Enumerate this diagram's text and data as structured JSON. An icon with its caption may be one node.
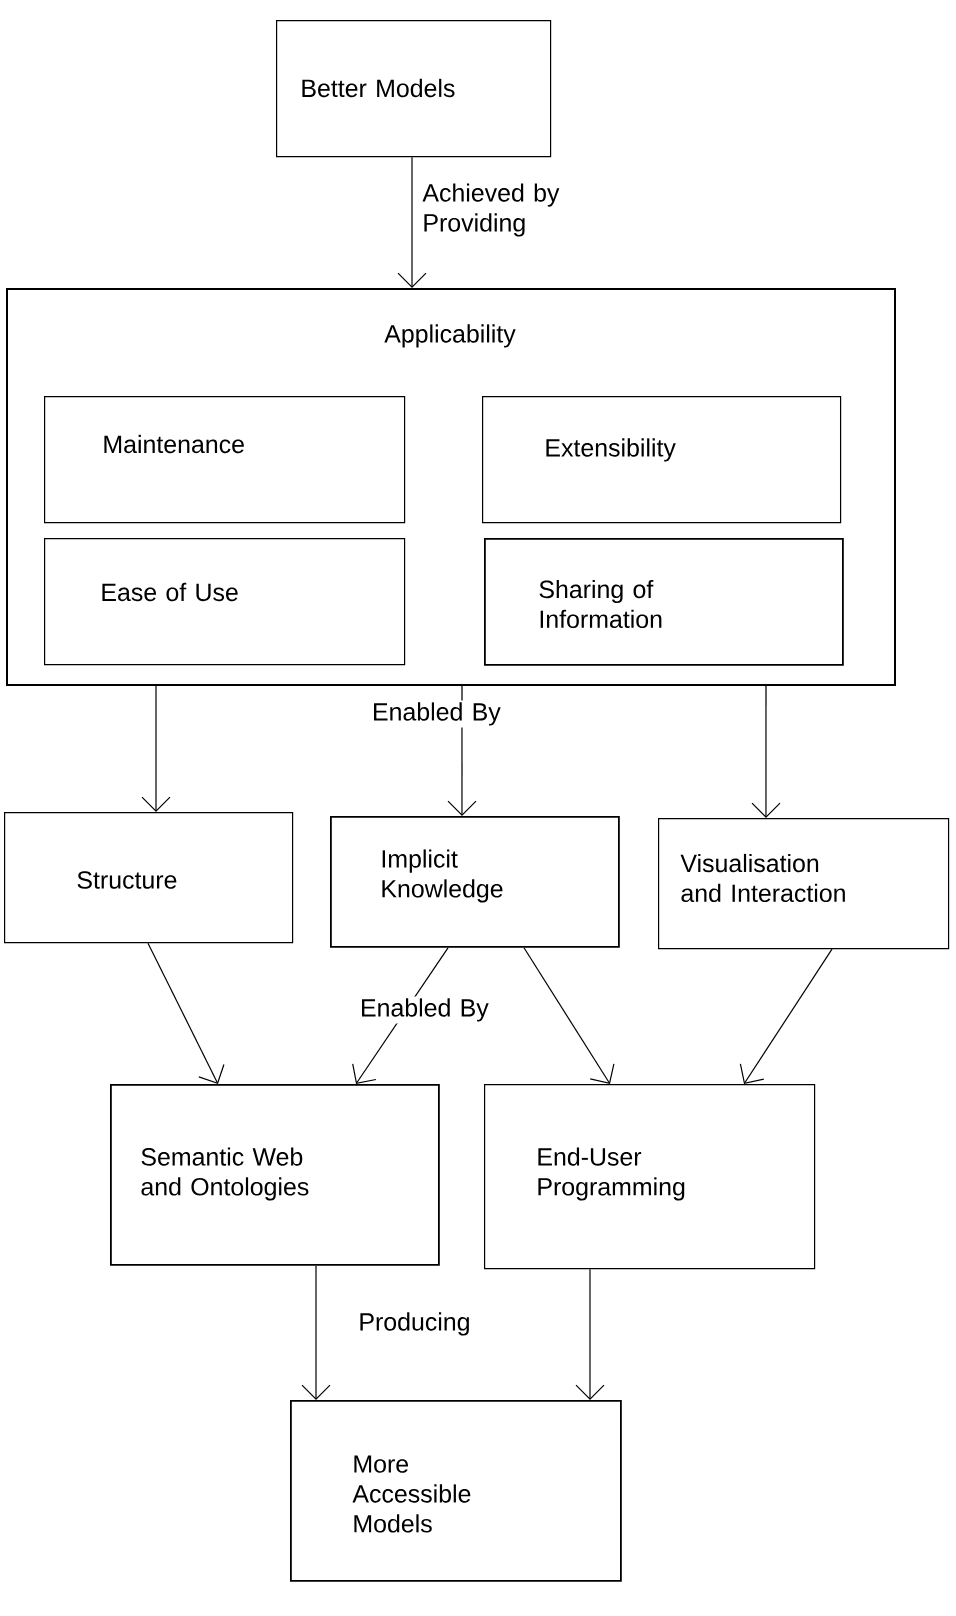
{
  "diagram": {
    "nodes": [
      {
        "text": [
          "Better Models"
        ]
      },
      {
        "text": [
          "Applicability"
        ]
      },
      {
        "text": [
          "Maintenance"
        ],
        "in": 1
      },
      {
        "text": [
          "Extensibility"
        ],
        "in": 1
      },
      {
        "text": [
          "Ease of Use"
        ],
        "in": 1
      },
      {
        "text": [
          "Sharing of Information"
        ],
        "in": 1
      },
      {
        "text": [
          "Structure"
        ]
      },
      {
        "text": [
          "Implicit Knowledge"
        ]
      },
      {
        "text": [
          "Visualisation and Interaction"
        ]
      },
      {
        "text": [
          "Semantic Web and Ontologies"
        ]
      },
      {
        "text": [
          "End-User Programming"
        ]
      },
      {
        "text": [
          "More Accessible Models"
        ]
      }
    ],
    "edges": [
      {
        "from": 0,
        "to": 1,
        "arrow": "to",
        "label": "Achieved by Providing"
      },
      {
        "from": 1,
        "to": 6,
        "arrow": "to"
      },
      {
        "from": 1,
        "to": 7,
        "arrow": "to",
        "label": "Enabled By"
      },
      {
        "from": 1,
        "to": 8,
        "arrow": "to"
      },
      {
        "from": 6,
        "to": 9,
        "arrow": "to"
      },
      {
        "from": 7,
        "to": 9,
        "arrow": "to",
        "label": "Enabled By"
      },
      {
        "from": 7,
        "to": 10,
        "arrow": "to"
      },
      {
        "from": 8,
        "to": 10,
        "arrow": "to"
      },
      {
        "from": 9,
        "to": 11,
        "arrow": "to",
        "label": "Producing"
      },
      {
        "from": 10,
        "to": 11,
        "arrow": "to"
      }
    ]
  }
}
